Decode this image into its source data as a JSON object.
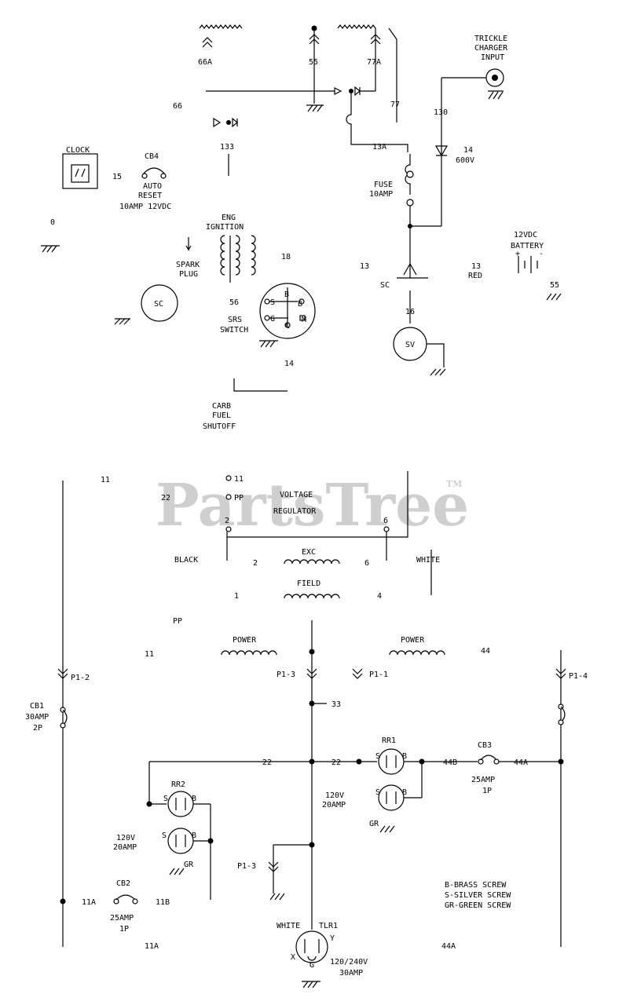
{
  "watermark": {
    "text": "PartsTree",
    "mark": "TM"
  },
  "labels": {
    "w66a": "66A",
    "w55": "55",
    "w77a": "77A",
    "w77": "77",
    "w66": "66",
    "w133": "133",
    "w13a": "13A",
    "w130": "130",
    "trickle1": "TRICKLE",
    "trickle2": "CHARGER",
    "trickle3": "INPUT",
    "diode_num": "14",
    "diode_v": "600V",
    "fuse1": "FUSE",
    "fuse2": "10AMP",
    "clock": "CLOCK",
    "cb4": "CB4",
    "w15": "15",
    "autoreset1": "AUTO",
    "autoreset2": "RESET",
    "autoreset3": "10AMP 12VDC",
    "w0": "0",
    "ign1": "ENG",
    "ign2": "IGNITION",
    "spark1": "SPARK",
    "spark2": "PLUG",
    "w18": "18",
    "w13": "13",
    "w13b": "13",
    "red": "RED",
    "sc": "SC",
    "w56": "56",
    "sw1": "SRS",
    "sw2": "SWITCH",
    "batt1": "12VDC",
    "batt2": "BATTERY",
    "bplus": "+",
    "bminus": "-",
    "w16": "16",
    "w55b": "55",
    "sv": "SV",
    "w14": "14",
    "fuel1": "CARB",
    "fuel2": "FUEL",
    "fuel3": "SHUTOFF",
    "t_b": "B",
    "t_s": "S",
    "t_g": "G",
    "t_c": "C",
    "t_m": "M",
    "w11": "11",
    "vr11": "11",
    "vr22": "22",
    "vrpp": "PP",
    "vr1": "VOLTAGE",
    "vr2": "REGULATOR",
    "vr2n": "2",
    "vr6n": "6",
    "black": "BLACK",
    "white": "WHITE",
    "exc": "EXC",
    "w2": "2",
    "w6": "6",
    "field": "FIELD",
    "w1": "1",
    "w4": "4",
    "ppb": "PP",
    "power": "POWER",
    "w11b": "11",
    "w44": "44",
    "p12": "P1-2",
    "p13": "P1-3",
    "p11": "P1-1",
    "p14": "P1-4",
    "p13b": "P1-3",
    "w33": "33",
    "cb1a": "CB1",
    "cb1b": "30AMP",
    "cb1c": "2P",
    "w22": "22",
    "w22b": "22",
    "rr1": "RR1",
    "w44b": "44B",
    "cb3": "CB3",
    "w44a": "44A",
    "cb3b": "25AMP",
    "cb3c": "1P",
    "rr2": "RR2",
    "r120a": "120V",
    "r120b": "20AMP",
    "gr": "GR",
    "gr2": "GR",
    "cb2": "CB2",
    "w11a": "11A",
    "w11bb": "11B",
    "cb2b": "25AMP",
    "cb2c": "1P",
    "key1": "B-BRASS SCREW",
    "key2": "S-SILVER SCREW",
    "key3": "GR-GREEN SCREW",
    "white2": "WHITE",
    "tlr1": "TLR1",
    "ty": "Y",
    "tx": "X",
    "tgr": "G",
    "t240a": "120/240V",
    "t240b": "30AMP",
    "w11ab": "11A",
    "w44ab": "44A"
  }
}
